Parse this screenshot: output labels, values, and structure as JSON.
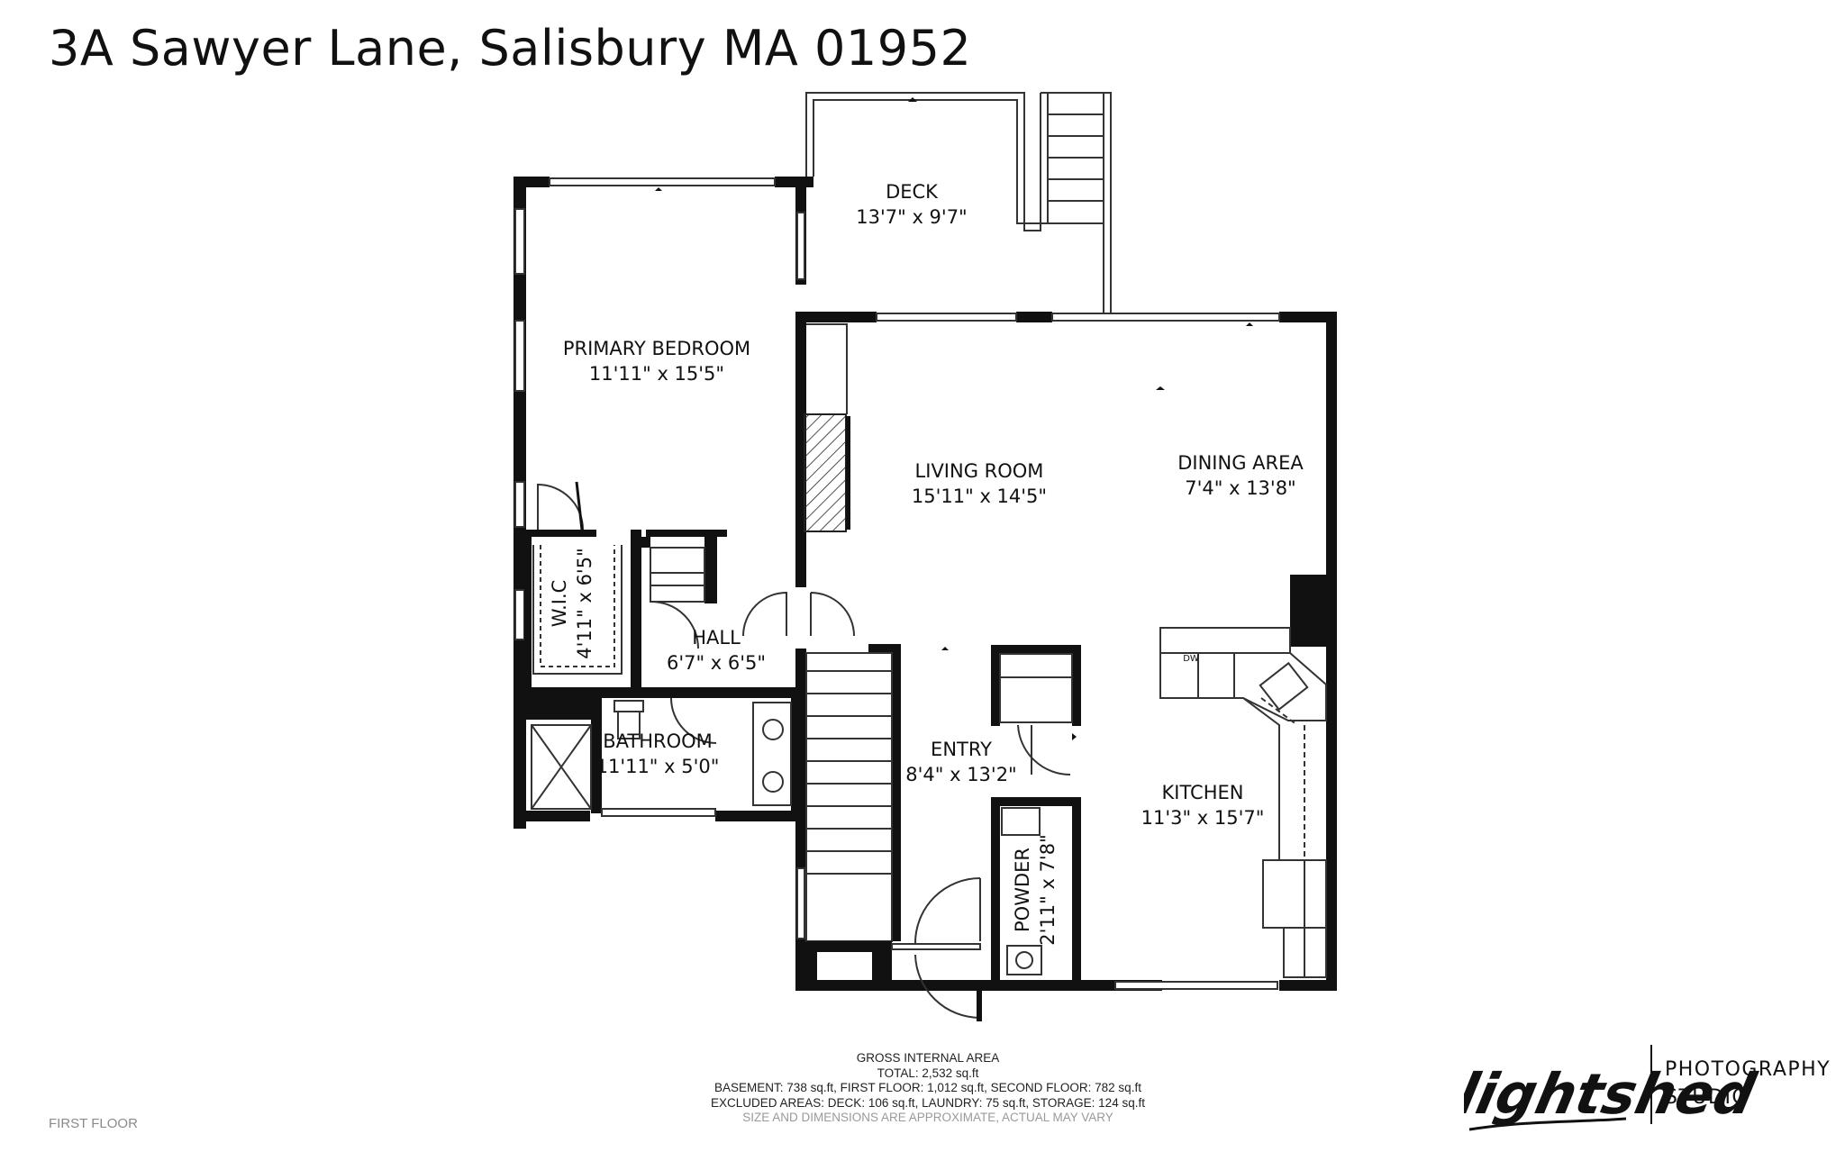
{
  "header": {
    "address": "3A Sawyer Lane, Salisbury MA 01952"
  },
  "rooms": {
    "deck": {
      "name": "DECK",
      "dims": "13'7\" x 9'7\""
    },
    "primary_bedroom": {
      "name": "PRIMARY BEDROOM",
      "dims": "11'11\" x 15'5\""
    },
    "living_room": {
      "name": "LIVING ROOM",
      "dims": "15'11\" x 14'5\""
    },
    "dining_area": {
      "name": "DINING AREA",
      "dims": "7'4\" x 13'8\""
    },
    "wic": {
      "name": "W.I.C",
      "dims": "4'11\" x 6'5\""
    },
    "hall": {
      "name": "HALL",
      "dims": "6'7\" x 6'5\""
    },
    "bathroom": {
      "name": "BATHROOM",
      "dims": "11'11\" x 5'0\""
    },
    "entry": {
      "name": "ENTRY",
      "dims": "8'4\" x 13'2\""
    },
    "kitchen": {
      "name": "KITCHEN",
      "dims": "11'3\" x 15'7\""
    },
    "powder": {
      "name": "POWDER",
      "dims": "2'11\" x 7'8\""
    }
  },
  "appliances": {
    "dishwasher": "DW"
  },
  "area_summary": {
    "heading": "GROSS INTERNAL AREA",
    "total": "TOTAL: 2,532 sq.ft",
    "floors": "BASEMENT: 738 sq.ft, FIRST FLOOR: 1,012 sq.ft, SECOND FLOOR: 782 sq.ft",
    "excluded": "EXCLUDED AREAS: DECK: 106 sq.ft, LAUNDRY: 75 sq.ft, STORAGE: 124 sq.ft",
    "disclaimer": "SIZE AND DIMENSIONS ARE APPROXIMATE, ACTUAL MAY VARY"
  },
  "floor_label": "FIRST FLOOR",
  "branding": {
    "script_logo": "lightshed",
    "line1": "PHOTOGRAPHY",
    "line2": "STUDIO"
  },
  "colors": {
    "wall": "#111111",
    "thin_line": "#333333",
    "hatch": "#222222"
  }
}
